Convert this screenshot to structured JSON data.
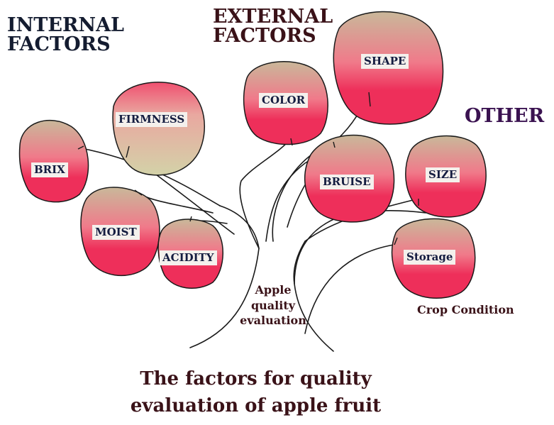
{
  "headings": {
    "internal_line1": "INTERNAL",
    "internal_line2": "FACTORS",
    "external_line1": "EXTERNAL",
    "external_line2": "FACTORS",
    "other": "OTHER"
  },
  "apples": {
    "firmness": "FIRMNESS",
    "brix": "BRIX",
    "moist": "MOIST",
    "acidity": "ACIDITY",
    "color": "COLOR",
    "shape": "SHAPE",
    "bruise": "BRUISE",
    "size": "SIZE",
    "storage": "Storage"
  },
  "trunk_label": {
    "line1": "Apple",
    "line2": "quality",
    "line3": "evaluation"
  },
  "crop_condition": "Crop Condition",
  "caption": {
    "line1": "The factors for quality",
    "line2": "evaluation of apple fruit"
  },
  "colors": {
    "apple_red": "#ee2f5a",
    "apple_top": "#c8c0a0",
    "outline": "#1a1a1a"
  }
}
